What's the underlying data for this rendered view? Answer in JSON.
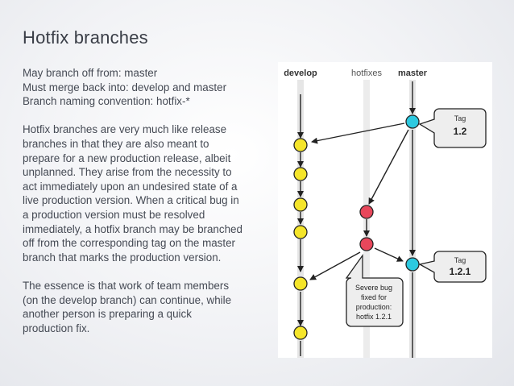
{
  "slide": {
    "title": "Hotfix branches",
    "intro_lines": [
      "May branch off from: master",
      "Must merge back into: develop and master",
      "Branch naming convention: hotfix-*"
    ],
    "paragraph1_lines": [
      "Hotfix branches are very much like release",
      "branches in that they are also meant to",
      "prepare for a new production release, albeit",
      "unplanned. They arise from the necessity to",
      "act immediately upon an undesired state of a",
      "live production version. When a critical bug in",
      "a production version must be resolved",
      "immediately, a hotfix branch may be branched",
      "off from the corresponding tag on the master",
      "branch that marks the production version."
    ],
    "paragraph2_lines": [
      "The essence is that work of team members",
      "(on the develop branch) can continue, while",
      "another person is preparing a quick",
      "production fix."
    ]
  },
  "diagram": {
    "columns": {
      "develop": "develop",
      "hotfixes": "hotfixes",
      "master": "master"
    },
    "tag1": {
      "label": "Tag",
      "version": "1.2"
    },
    "tag2": {
      "label": "Tag",
      "version": "1.2.1"
    },
    "note_lines": [
      "Severe bug",
      "fixed for",
      "production:",
      "hotfix 1.2.1"
    ],
    "colors": {
      "develop_node": "#f5e52a",
      "hotfix_node": "#e8475b",
      "master_node": "#2cc9e0",
      "line": "#222222",
      "lane": "#e6e6e6"
    }
  }
}
